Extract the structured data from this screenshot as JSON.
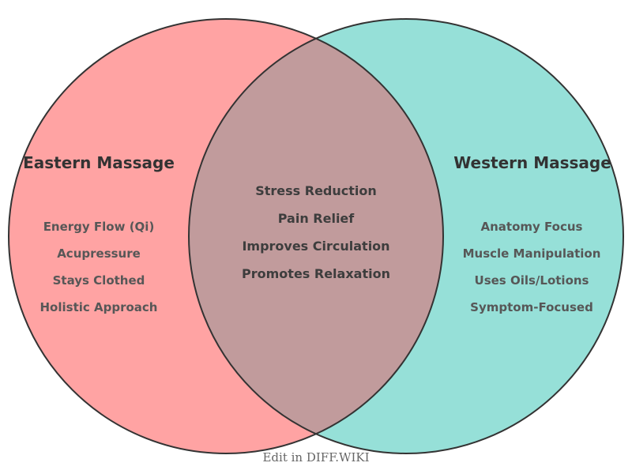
{
  "diagram": {
    "left_set": {
      "title": "Eastern Massage",
      "color": "#ffa3a3",
      "items": [
        "Energy Flow (Qi)",
        "Acupressure",
        "Stays Clothed",
        "Holistic Approach"
      ]
    },
    "right_set": {
      "title": "Western Massage",
      "color": "#96e0d8",
      "items": [
        "Anatomy Focus",
        "Muscle Manipulation",
        "Uses Oils/Lotions",
        "Symptom-Focused"
      ]
    },
    "overlap": {
      "color": "#c19b9c",
      "items": [
        "Stress Reduction",
        "Pain Relief",
        "Improves Circulation",
        "Promotes Relaxation"
      ]
    },
    "outline_color": "#333333",
    "footer_label": "Edit in DIFF.WIKI"
  }
}
